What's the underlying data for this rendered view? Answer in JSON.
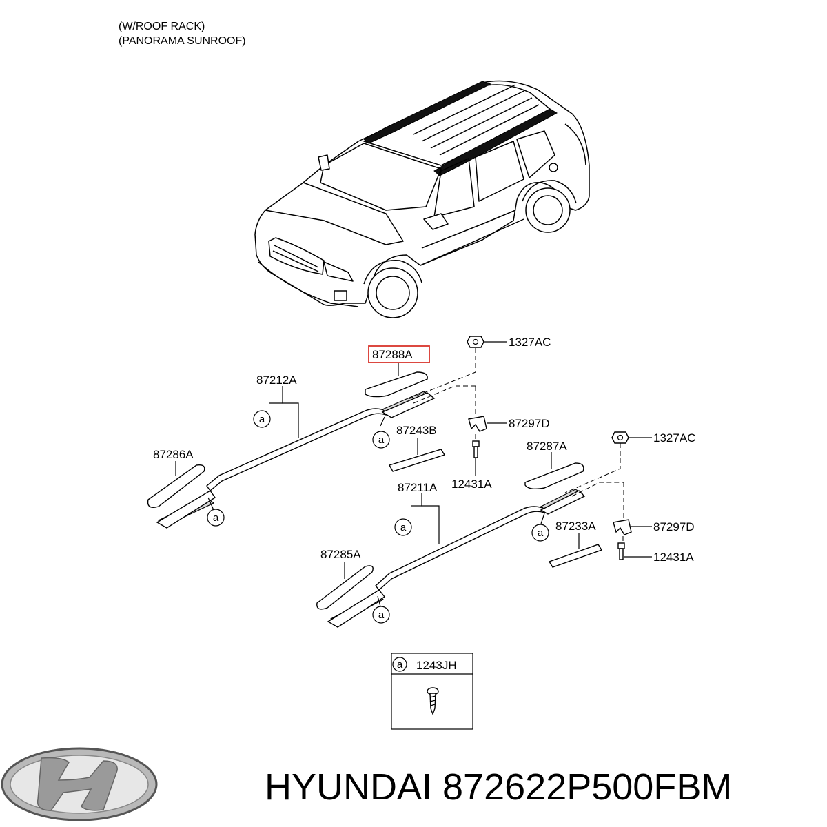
{
  "notes": {
    "line1": "(W/ROOF RACK)",
    "line2": "(PANORAMA SUNROOF)"
  },
  "labels": {
    "p1327AC_top": "1327AC",
    "p87288A": "87288A",
    "p87212A": "87212A",
    "p87297D_top": "87297D",
    "p87243B": "87243B",
    "p87286A": "87286A",
    "p12431A_top": "12431A",
    "p1327AC_mid": "1327AC",
    "p87287A": "87287A",
    "p87211A": "87211A",
    "p87233A": "87233A",
    "p87297D_mid": "87297D",
    "p12431A_mid": "12431A",
    "p87285A": "87285A",
    "legend_part": "1243JH"
  },
  "ref_marker": "a",
  "highlight_color": "#d9342b",
  "brand": {
    "logo_icon": "hyundai-logo-icon",
    "text": "HYUNDAI 872622P500FBM"
  }
}
